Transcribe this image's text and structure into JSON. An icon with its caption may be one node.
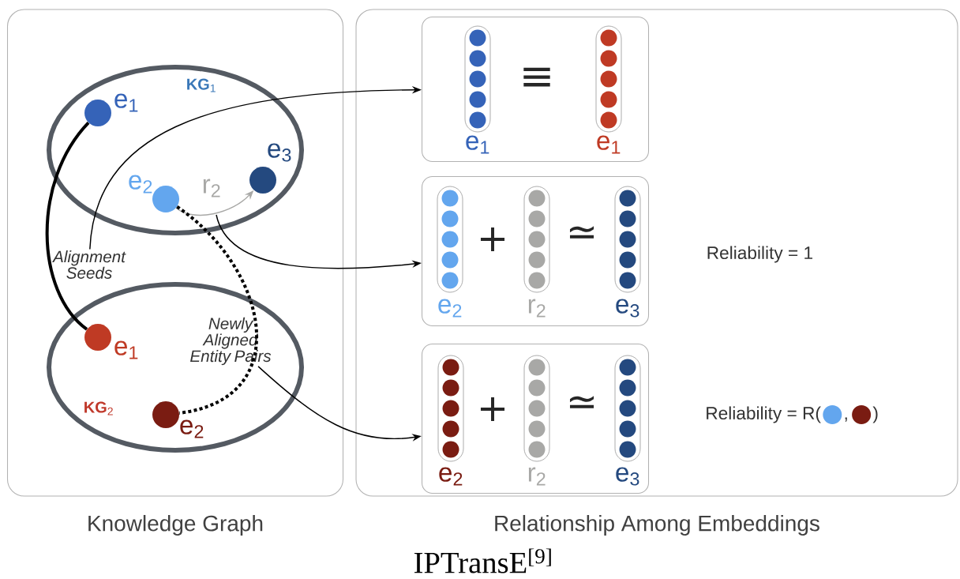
{
  "diagram": {
    "caption": "IPTransE$^{[9]}$",
    "nodes": [
      {
        "text": [
          "Knowledge Graph"
        ]
      },
      {
        "text": [
          "Relationship Among  Embeddings"
        ]
      },
      {
        "text": [
          "**KG**$_{1}$"
        ],
        "in": 0
      },
      {
        "text": [
          "**KG**$_{2}$"
        ],
        "in": 0
      },
      {
        "text": [],
        "shape": "circle",
        "beside": [
          "e$_{1}$"
        ],
        "in": 2
      },
      {
        "text": [],
        "shape": "circle",
        "beside": [
          "e$_{2}$"
        ],
        "in": 2
      },
      {
        "text": [],
        "shape": "circle",
        "beside": [
          "e$_{3}$"
        ],
        "in": 2
      },
      {
        "text": [],
        "shape": "circle",
        "beside": [
          "e$_{1}$"
        ],
        "in": 3
      },
      {
        "text": [],
        "shape": "circle",
        "beside": [
          "e$_{2}$"
        ],
        "in": 3
      },
      {
        "text": [
          "Alignment Seeds"
        ],
        "in": 0
      },
      {
        "text": [
          "Newly Aligned Entity Pairs"
        ],
        "in": 3
      },
      {
        "text": [],
        "shape": "box",
        "in": 1
      },
      {
        "text": [],
        "shape": "box",
        "in": 1
      },
      {
        "text": [],
        "shape": "box",
        "in": 1
      },
      {
        "text": [
          "e$_{1}$"
        ],
        "in": 11
      },
      {
        "text": [
          "e$_{1}$"
        ],
        "in": 11
      },
      {
        "text": [
          "e$_{2}$"
        ],
        "in": 12
      },
      {
        "text": [
          "r$_{2}$"
        ],
        "in": 12
      },
      {
        "text": [
          "e$_{3}$"
        ],
        "in": 12
      },
      {
        "text": [
          "e$_{2}$"
        ],
        "in": 13
      },
      {
        "text": [
          "r$_{2}$"
        ],
        "in": 13
      },
      {
        "text": [
          "e$_{3}$"
        ],
        "in": 13
      }
    ],
    "edges": [
      {
        "from": 4,
        "to": 7,
        "arrow": "none",
        "style": "thick"
      },
      {
        "from": 5,
        "to": 6,
        "arrow": "to",
        "label": "r$_{2}$",
        "color": "#a8a8a6"
      },
      {
        "from": 5,
        "to": 8,
        "arrow": "none",
        "style": "dashed"
      },
      {
        "from": 9,
        "to": 11,
        "arrow": "to"
      },
      {
        "from": null,
        "to": 12,
        "arrow": "to"
      },
      {
        "from": 10,
        "to": 13,
        "arrow": "to"
      }
    ],
    "labels": [
      "≡",
      "+",
      "≃",
      "Reliability = 1",
      "+",
      "≃",
      "Reliability = R(",
      ",",
      ")"
    ]
  }
}
